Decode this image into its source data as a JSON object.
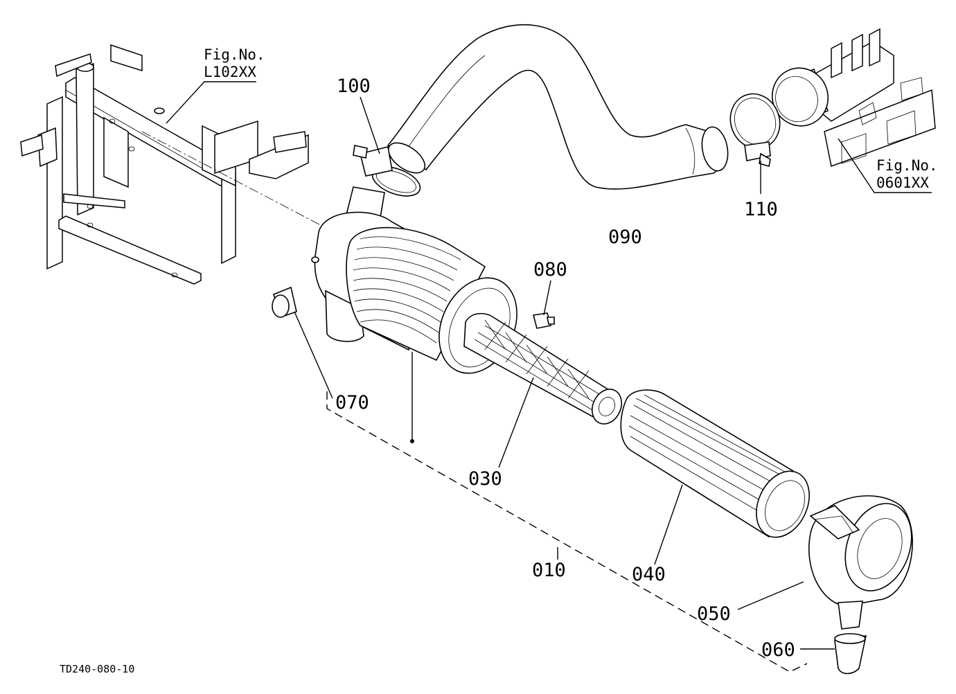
{
  "drawing_code": "TD240-080-10",
  "references": [
    {
      "id": "ref-frame",
      "line1": "Fig.No.",
      "line2": "L102XX"
    },
    {
      "id": "ref-engine",
      "line1": "Fig.No.",
      "line2": "0601XX"
    }
  ],
  "callouts": [
    {
      "id": "010",
      "text": "010"
    },
    {
      "id": "030",
      "text": "030"
    },
    {
      "id": "040",
      "text": "040"
    },
    {
      "id": "050",
      "text": "050"
    },
    {
      "id": "060",
      "text": "060"
    },
    {
      "id": "070",
      "text": "070"
    },
    {
      "id": "080",
      "text": "080"
    },
    {
      "id": "090",
      "text": "090"
    },
    {
      "id": "100",
      "text": "100"
    },
    {
      "id": "110",
      "text": "110"
    }
  ]
}
